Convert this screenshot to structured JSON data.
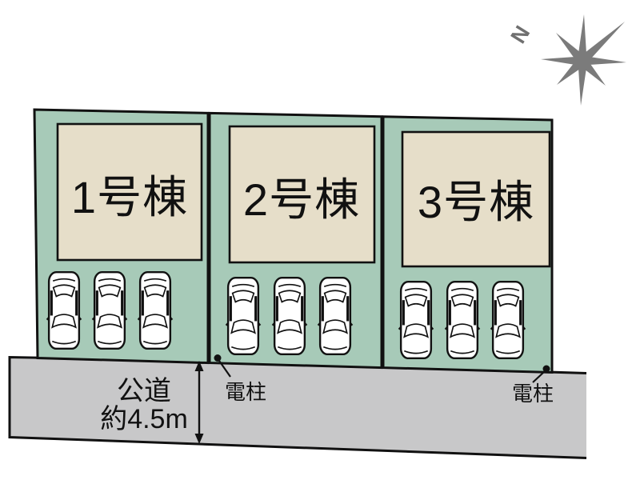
{
  "colors": {
    "lot_green": "#a7cab8",
    "building_beige": "#e6dec9",
    "road_gray": "#c8c8c9",
    "outline_black": "#111111",
    "compass_gray": "#7b7b7b"
  },
  "compass": {
    "north_label": "N"
  },
  "lots": [
    {
      "id": 1,
      "building_label": "1号棟",
      "parking_spaces": 3
    },
    {
      "id": 2,
      "building_label": "2号棟",
      "parking_spaces": 3
    },
    {
      "id": 3,
      "building_label": "3号棟",
      "parking_spaces": 3
    }
  ],
  "road": {
    "name_label": "公道",
    "width_label": "約4.5m"
  },
  "poles": {
    "left_label": "電柱",
    "right_label": "電柱"
  }
}
